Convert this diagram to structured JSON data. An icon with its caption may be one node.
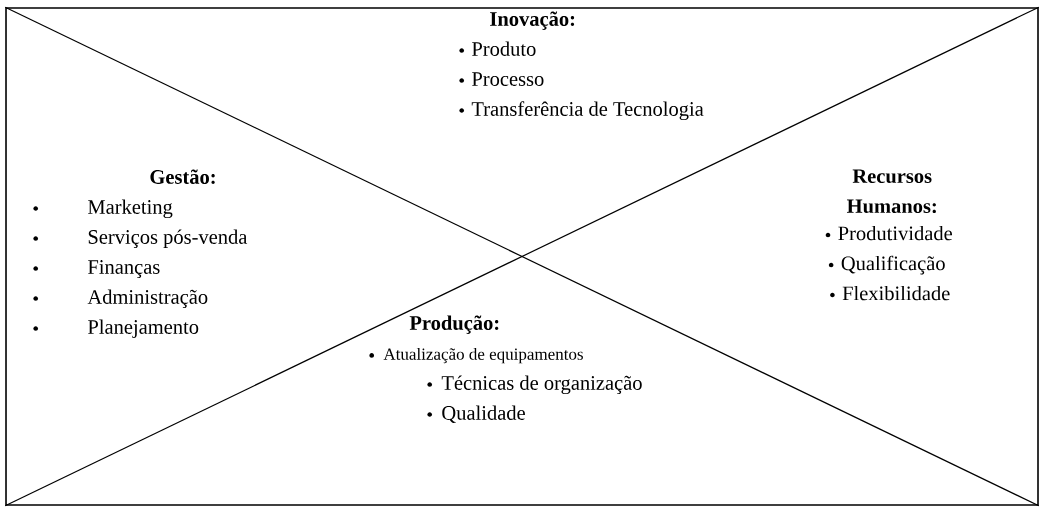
{
  "diagram": {
    "nodes": [
      {
        "text": [],
        "shape": "box"
      },
      {
        "text": [
          "Inovação:",
          "Produto",
          "Processo",
          "Transferência de Tecnologia"
        ],
        "in": 0
      },
      {
        "text": [
          "Gestão:",
          "Marketing",
          "Serviços pós-venda",
          "Finanças",
          "Administração",
          "Planejamento"
        ],
        "in": 0
      },
      {
        "text": [
          "Recursos Humanos:",
          "Produtividade",
          "Qualificação",
          "Flexibilidade"
        ],
        "in": 0
      },
      {
        "text": [
          "Produção:",
          "Atualização de equipamentos",
          "Técnicas de organização",
          "Qualidade"
        ],
        "in": 0
      }
    ]
  }
}
